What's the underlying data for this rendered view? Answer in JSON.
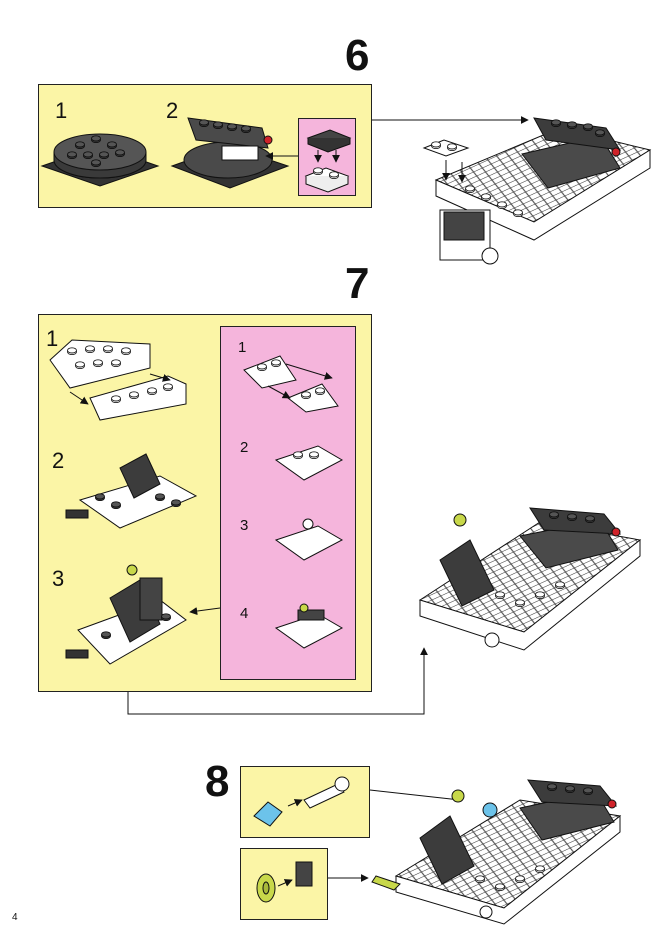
{
  "page_number": "4",
  "steps": [
    {
      "number": "6",
      "substeps": [
        "1",
        "2"
      ]
    },
    {
      "number": "7",
      "substeps": [
        "1",
        "2",
        "3"
      ],
      "inset_substeps": [
        "1",
        "2",
        "3",
        "4"
      ]
    },
    {
      "number": "8"
    }
  ],
  "colors": {
    "panel_yellow": "#fbf5a6",
    "panel_pink": "#f5b5dc",
    "brick_dark": "#4a4a4a",
    "brick_white": "#ffffff",
    "accent_red": "#d0232a",
    "accent_lime": "#c8d84a",
    "accent_blue": "#6cc3ea"
  }
}
